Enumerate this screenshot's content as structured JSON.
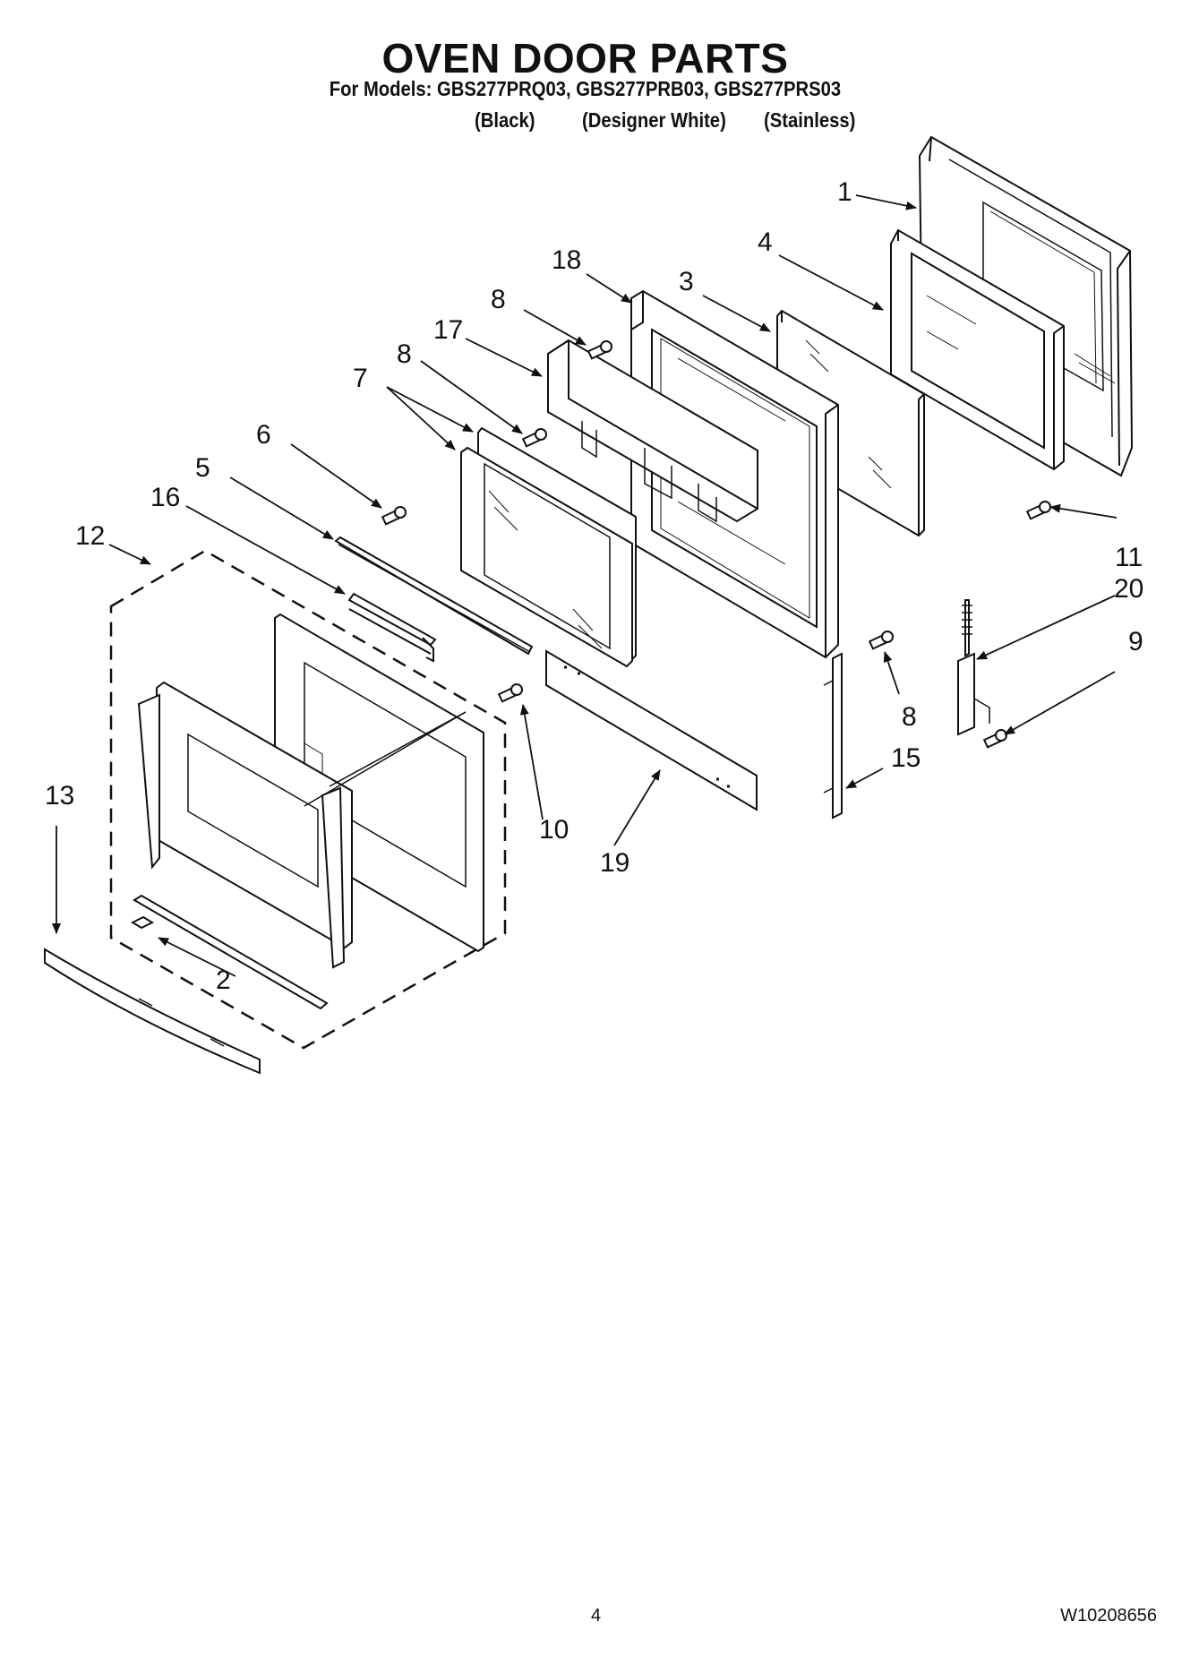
{
  "header": {
    "title": "OVEN DOOR PARTS",
    "models": "For Models: GBS277PRQ03, GBS277PRB03, GBS277PRS03",
    "variants": [
      "(Black)",
      "(Designer White)",
      "(Stainless)"
    ]
  },
  "callouts": {
    "c1": "1",
    "c2": "2",
    "c3": "3",
    "c4": "4",
    "c5": "5",
    "c6": "6",
    "c7": "7",
    "c8a": "8",
    "c8b": "8",
    "c8c": "8",
    "c9": "9",
    "c10": "10",
    "c11": "11",
    "c12": "12",
    "c13": "13",
    "c15": "15",
    "c16": "16",
    "c17": "17",
    "c18": "18",
    "c19": "19",
    "c20": "20"
  },
  "footer": {
    "page_number": "4",
    "document_number": "W10208656"
  },
  "colors": {
    "ink": "#111111",
    "paper": "#ffffff"
  }
}
